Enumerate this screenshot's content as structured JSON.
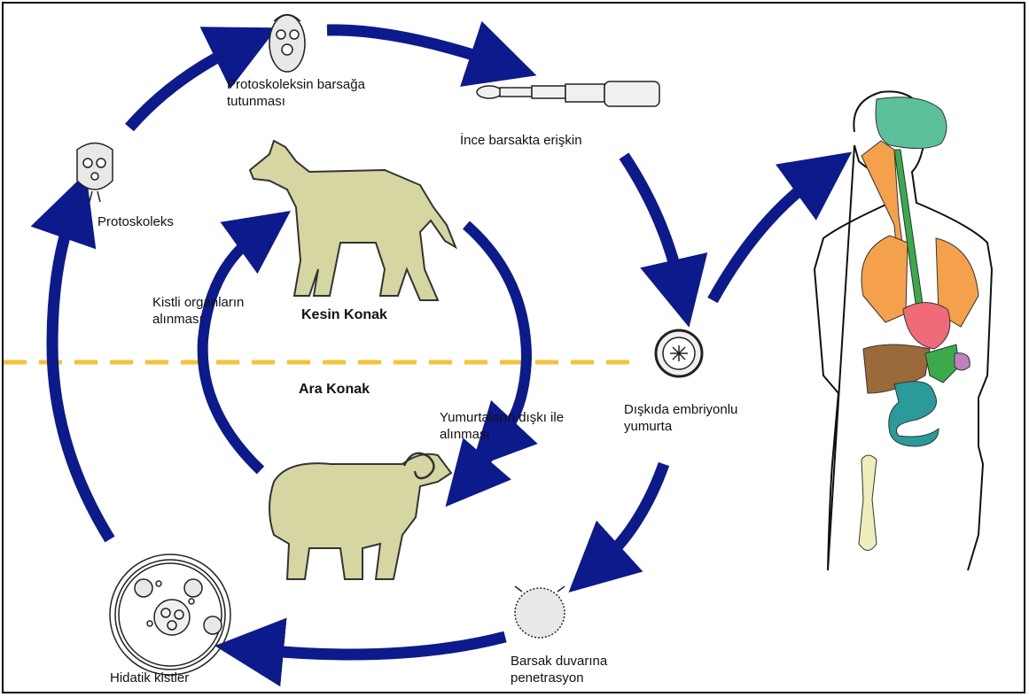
{
  "labels": {
    "protoscolex_attach": "Protoskoleksin barsağa\ntutunması",
    "adult": "İnce barsakta erişkin",
    "protoscolex": "Protoskoleks",
    "cyst_organs": "Kistli organların\nalınması",
    "definitive_host": "Kesin Konak",
    "intermediate_host": "Ara Konak",
    "egg_ingestion": "Yumurtaların dışkı ile\nalınması",
    "embryonated_egg": "Dışkıda embriyonlu\nyumurta",
    "penetration": "Barsak duvarına\npenetrasyon",
    "hydatid_cysts": "Hidatik kistler"
  },
  "colors": {
    "arrow": "#0d1a8c",
    "dashed_line": "#f5c33b",
    "dog": "#d6d6a3",
    "sheep": "#d6d6a3",
    "brain": "#5cc09a",
    "lungs": "#f5a04a",
    "heart": "#f06a7a",
    "liver": "#9a6a3a",
    "stomach": "#3aaa4a",
    "spleen": "#c080c0",
    "intestine": "#2a9a9a",
    "bone": "#eeeebb"
  }
}
